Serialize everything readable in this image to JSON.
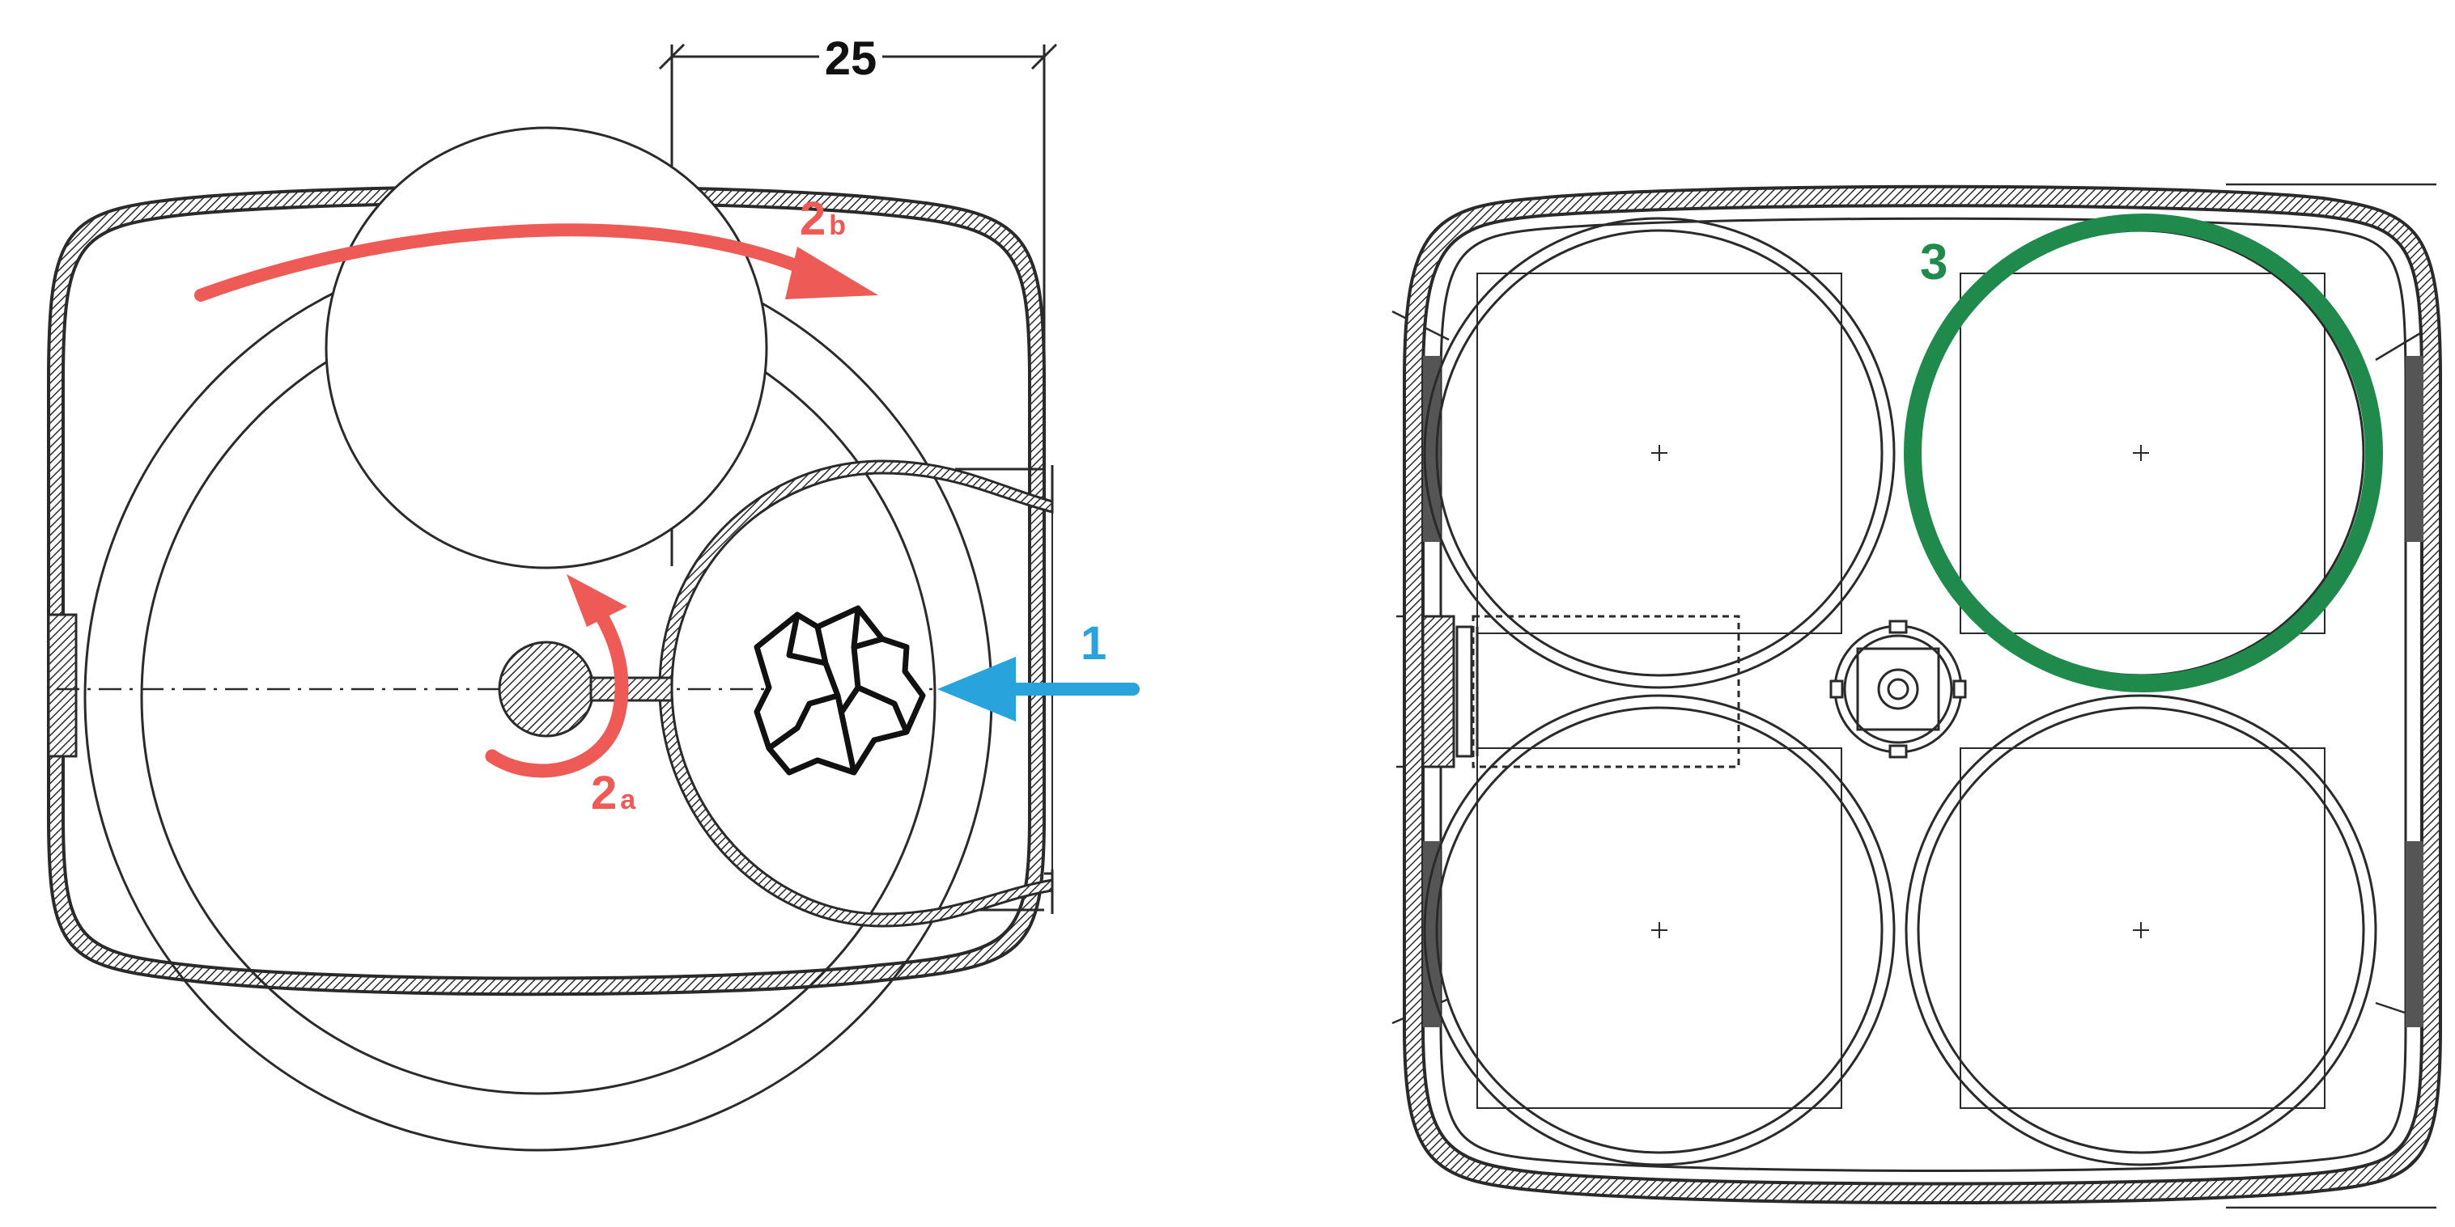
{
  "dimension": {
    "value": "25"
  },
  "labels": {
    "insert": "1",
    "rotate_main": "2",
    "rotate_main_sub": "a",
    "rotate_outer": "2",
    "rotate_outer_sub": "b",
    "slot_highlight": "3"
  },
  "colors": {
    "outline": "#2a2a2a",
    "red_arrow": "#ee5a55",
    "blue_arrow": "#29a3dc",
    "green_ring": "#1f8a4c"
  },
  "left_view": {
    "icon": "crumpled-paper-icon"
  },
  "right_view": {
    "slot_count": 4,
    "highlighted_slot": 2
  }
}
